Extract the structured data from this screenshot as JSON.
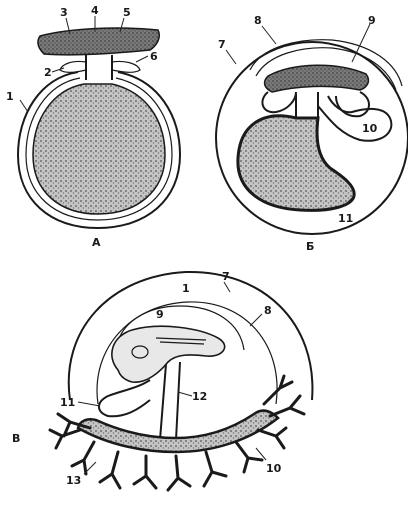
{
  "panels": {
    "a": {
      "letter": "А",
      "labels": [
        "1",
        "2",
        "3",
        "4",
        "5",
        "6"
      ]
    },
    "b": {
      "letter": "Б",
      "labels": [
        "7",
        "8",
        "9",
        "10",
        "11"
      ]
    },
    "c": {
      "letter": "В",
      "labels": [
        "1",
        "7",
        "8",
        "9",
        "10",
        "11",
        "12",
        "13"
      ]
    }
  },
  "colors": {
    "ink": "#1a1a1a",
    "yolk": "#b5b5b5",
    "embryo": "#6e6e6e",
    "background": "#ffffff"
  }
}
